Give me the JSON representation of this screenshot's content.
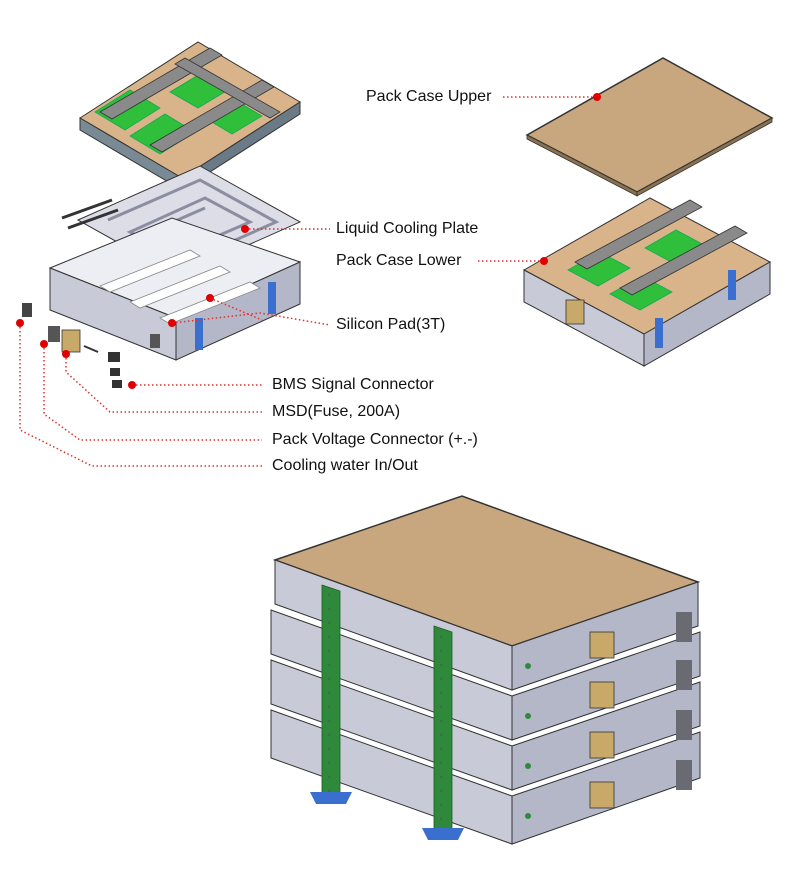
{
  "labels": {
    "pack_case_upper": "Pack Case Upper",
    "liquid_cooling_plate": "Liquid Cooling Plate",
    "pack_case_lower": "Pack Case Lower",
    "silicon_pad": "Silicon Pad(3T)",
    "bms_signal_connector": "BMS Signal Connector",
    "msd": "MSD(Fuse, 200A)",
    "pack_voltage_connector": "Pack Voltage Connector (+.-)",
    "cooling_water": "Cooling water In/Out"
  },
  "colors": {
    "leader_line": "#e03030",
    "case_body": "#c8cad8",
    "case_edge": "#3a3a4a",
    "lid": "#c8a77f",
    "pcb_green": "#2fbf3a",
    "strap_green": "#2e8a3a",
    "bracket_blue": "#3a6fd0"
  }
}
